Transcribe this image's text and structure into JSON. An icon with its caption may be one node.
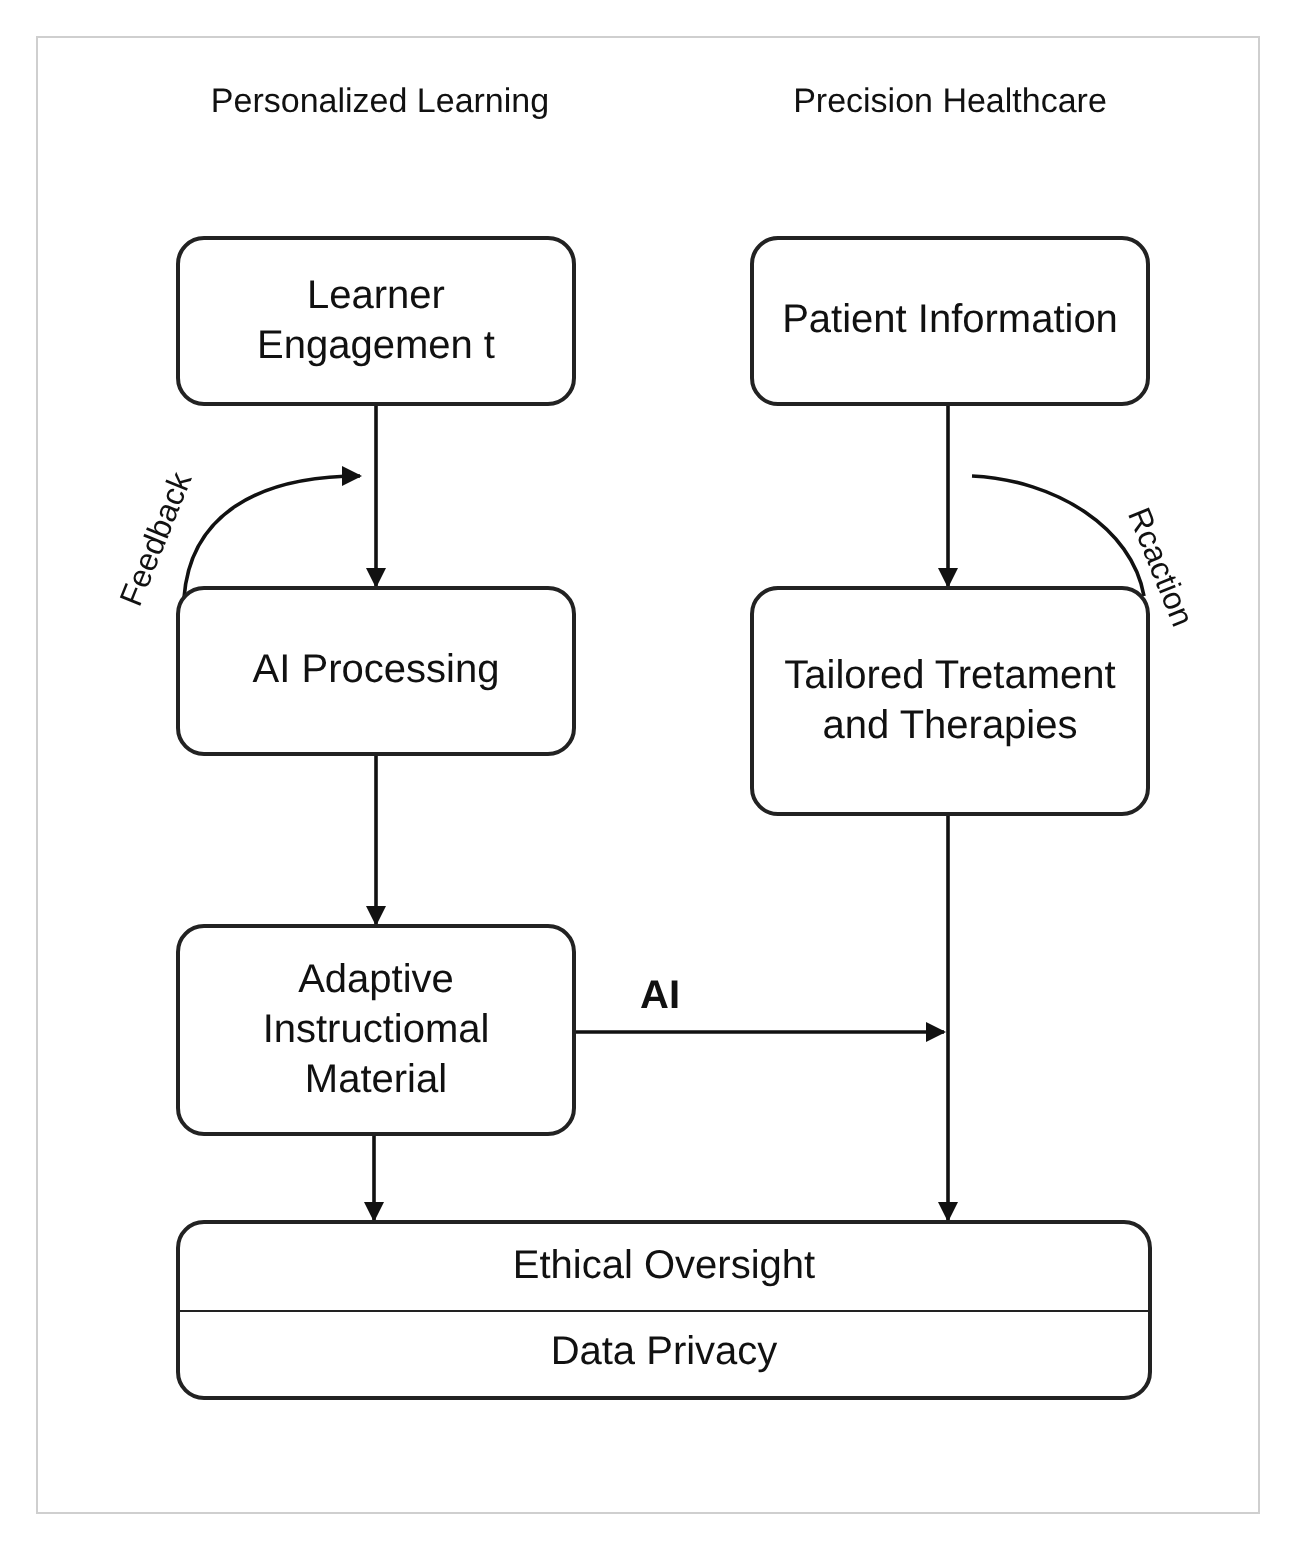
{
  "diagram": {
    "nodes": [
      {
        "text": [
          "Learner Engagemen t"
        ]
      },
      {
        "text": [
          "AI Processing"
        ]
      },
      {
        "text": [
          "Patient Information"
        ]
      },
      {
        "text": [
          "Tailored Tretament and Therapies"
        ]
      },
      {
        "text": [
          "Adaptive Instructiomal Material"
        ]
      },
      {
        "text": [
          "Ethical Oversight",
          "Data Privacy"
        ]
      }
    ],
    "edges": [
      {
        "from": 0,
        "to": 1,
        "arrow": "to"
      },
      {
        "from": 1,
        "to": null,
        "arrow": "to",
        "label": "Feedback"
      },
      {
        "from": 2,
        "to": 3,
        "arrow": "to"
      },
      {
        "from": null,
        "to": 3,
        "arrow": "none",
        "label": "Rcaction"
      },
      {
        "from": 1,
        "to": 4,
        "arrow": "to"
      },
      {
        "from": 4,
        "to": null,
        "arrow": "to",
        "label": "AI"
      },
      {
        "from": 4,
        "to": 5,
        "arrow": "to"
      },
      {
        "from": 3,
        "to": 5,
        "arrow": "to"
      }
    ],
    "labels": [
      "Personalized Learning",
      "Precision Healthcare"
    ]
  }
}
